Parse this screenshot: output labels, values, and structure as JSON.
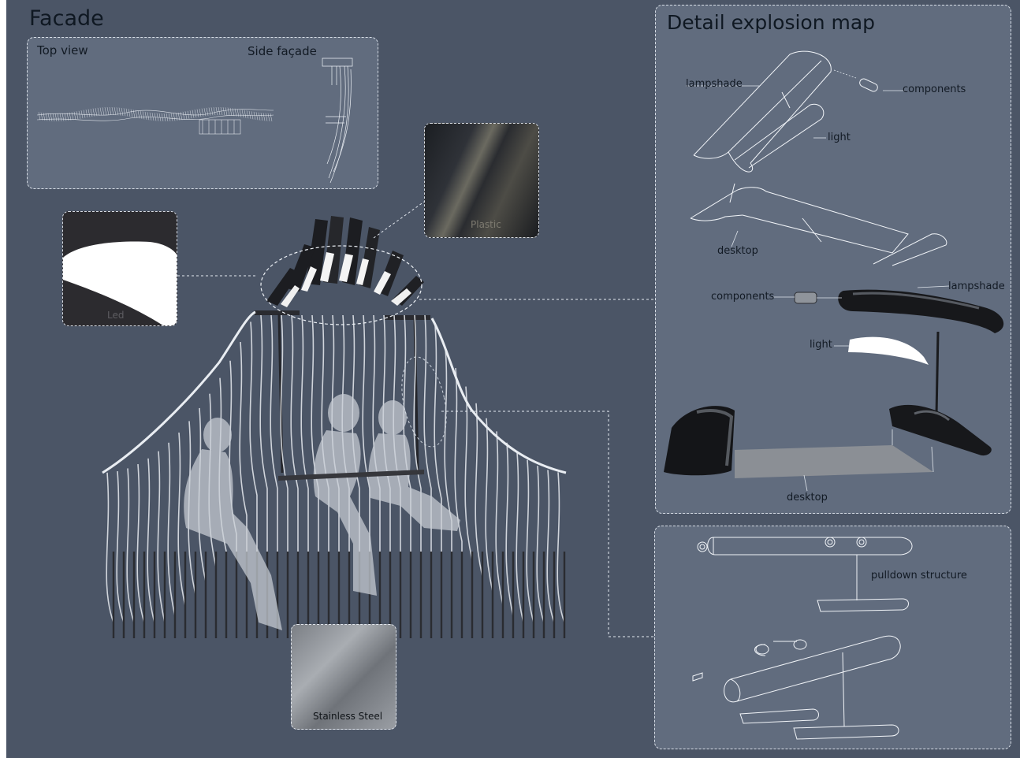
{
  "facade": {
    "title": "Facade",
    "top_view_label": "Top view",
    "side_facade_label": "Side façade"
  },
  "materials": {
    "plastic_label": "Plastic",
    "led_label": "Led",
    "steel_label": "Stainless Steel"
  },
  "explosion": {
    "title": "Detail explosion map",
    "wire_labels": {
      "lampshade": "lampshade",
      "components": "components",
      "light": "light",
      "desktop": "desktop"
    },
    "render_labels": {
      "components": "components",
      "lampshade": "lampshade",
      "light": "light",
      "desktop": "desktop"
    }
  },
  "pulldown": {
    "structure_label": "pulldown structure"
  },
  "colors": {
    "background": "#4b5566",
    "panel_fill": "#6f7b8f",
    "title_text": "#0f1822",
    "dashed_border": "#e8edf5"
  }
}
